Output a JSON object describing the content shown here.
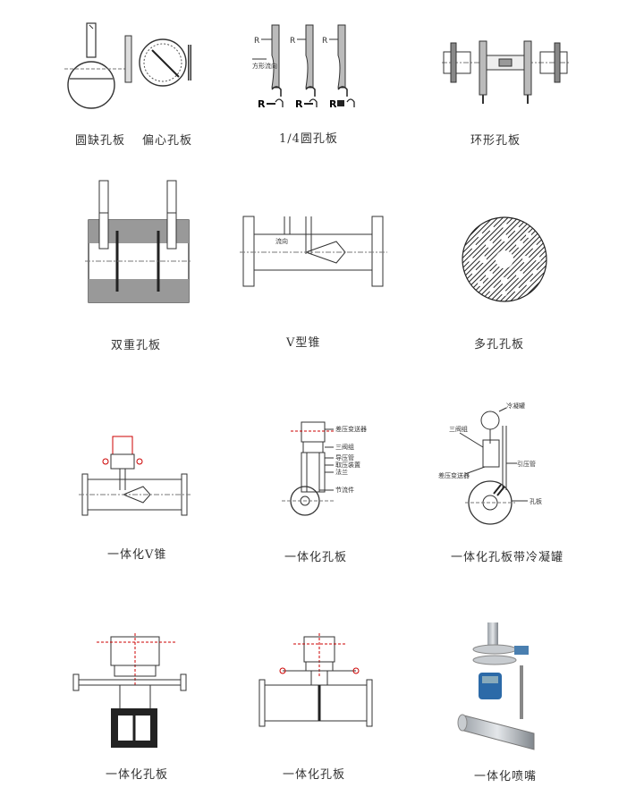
{
  "items": [
    {
      "caption": "圆缺孔板"
    },
    {
      "caption": "偏心孔板"
    },
    {
      "caption": "1/4圆孔板"
    },
    {
      "caption": "环形孔板"
    },
    {
      "caption": "双重孔板"
    },
    {
      "caption": "V型锥"
    },
    {
      "caption": "多孔孔板"
    },
    {
      "caption": "一体化V锥"
    },
    {
      "caption": "一体化孔板"
    },
    {
      "caption": "一体化孔板带冷凝罐"
    },
    {
      "caption": "一体化孔板"
    },
    {
      "caption": "一体化孔板"
    },
    {
      "caption": "一体化喷嘴"
    }
  ],
  "quarter": {
    "r_label": "R",
    "small_note": "方形流向"
  },
  "cone_note": "流向",
  "integrated": {
    "labels": [
      "差压变送器",
      "三阀组",
      "导压管",
      "取压装置",
      "法兰",
      "节流件"
    ]
  },
  "condenser": {
    "labels": [
      "冷凝罐",
      "三阀组",
      "引压管",
      "差压变送器",
      "孔板"
    ]
  }
}
